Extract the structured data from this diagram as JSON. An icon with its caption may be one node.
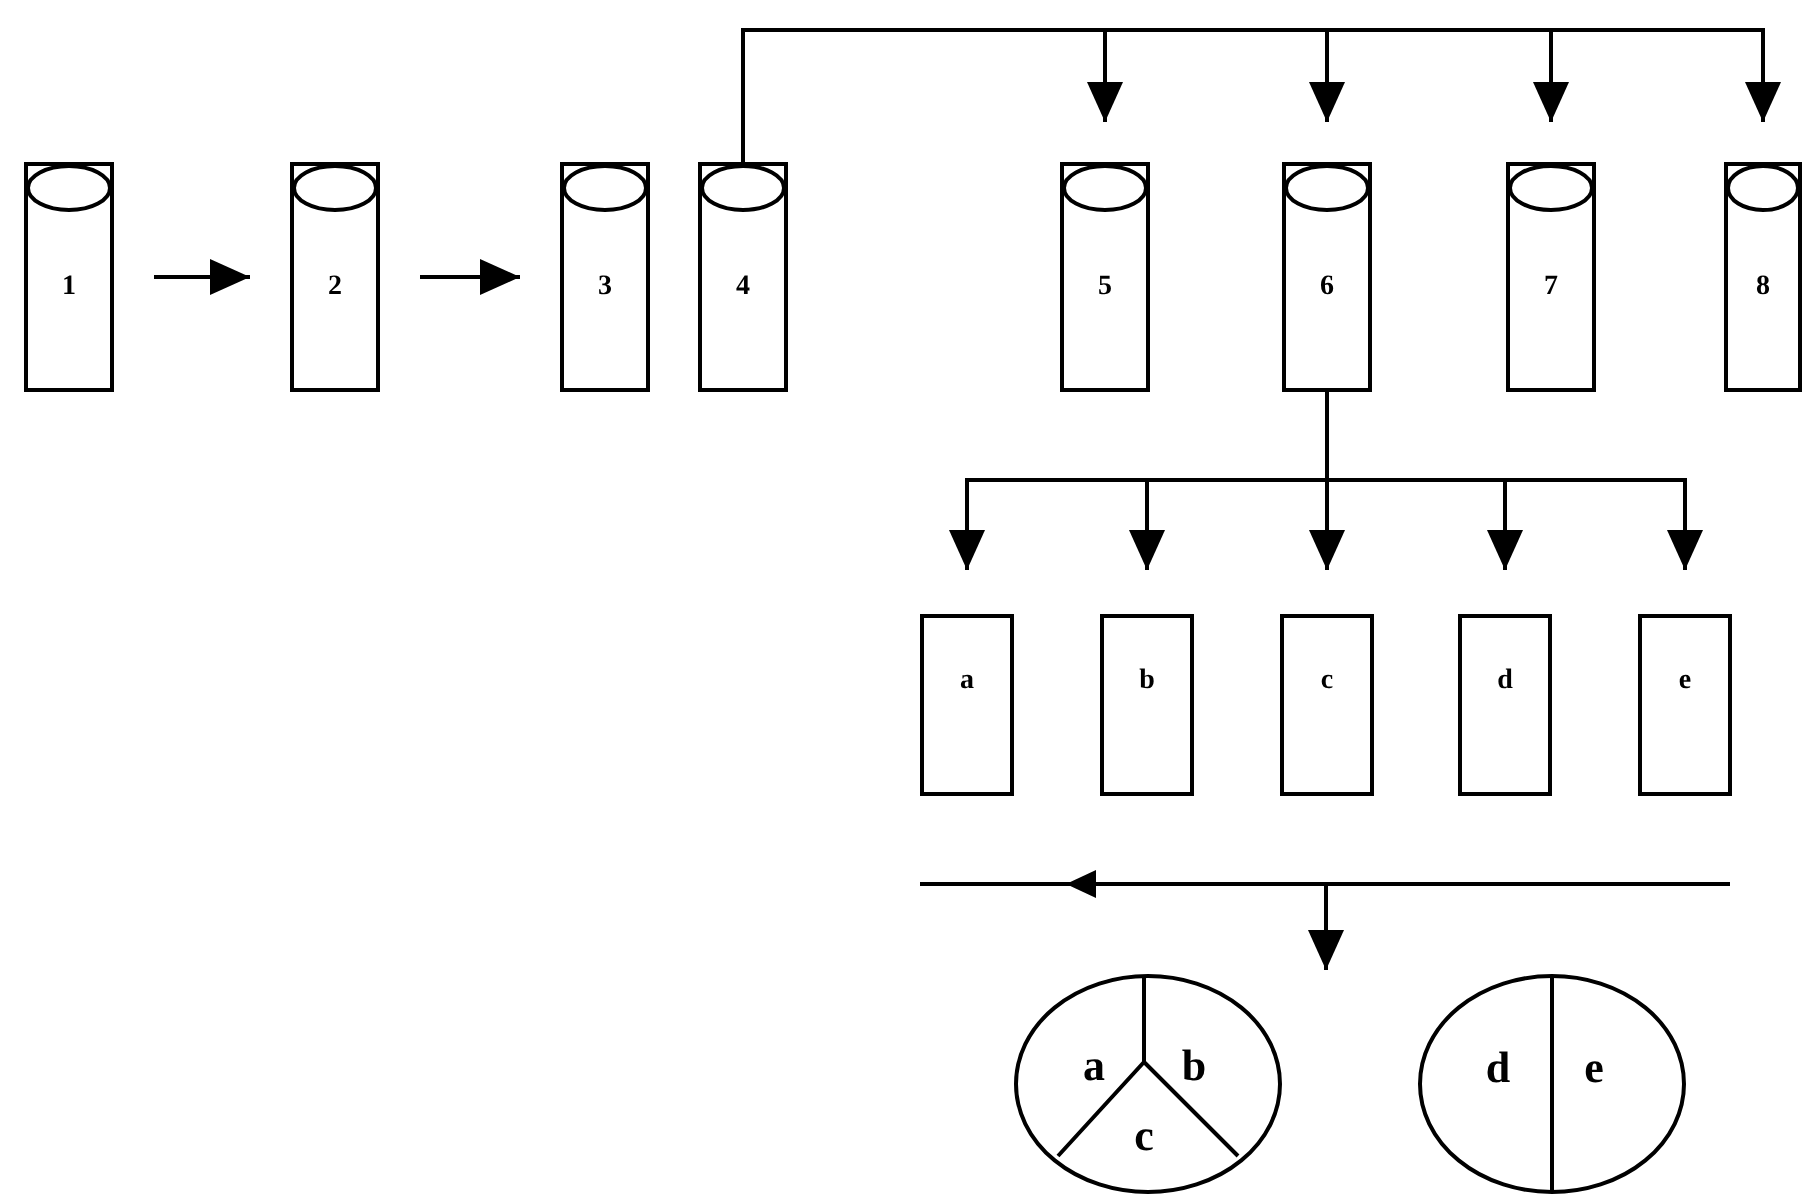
{
  "diagram": {
    "nodes": [
      {
        "text": [
          "1"
        ]
      },
      {
        "text": [
          "2"
        ]
      },
      {
        "text": [
          "3"
        ]
      },
      {
        "text": [
          "4"
        ]
      },
      {
        "text": [
          "5"
        ]
      },
      {
        "text": [
          "6"
        ]
      },
      {
        "text": [
          "7"
        ]
      },
      {
        "text": [
          "8"
        ]
      },
      {
        "text": [
          "a"
        ]
      },
      {
        "text": [
          "b"
        ]
      },
      {
        "text": [
          "c"
        ]
      },
      {
        "text": [
          "d"
        ]
      },
      {
        "text": [
          "e"
        ]
      },
      {
        "text": [],
        "shape": "bar"
      },
      {
        "text": [
          "a",
          "b",
          "c"
        ]
      },
      {
        "text": [
          "d",
          "e"
        ]
      }
    ],
    "edges": [
      {
        "from": 0,
        "to": 1,
        "arrow": "to"
      },
      {
        "from": 1,
        "to": 2,
        "arrow": "to"
      },
      {
        "from": 3,
        "to": 4,
        "arrow": "to"
      },
      {
        "from": 3,
        "to": 5,
        "arrow": "to"
      },
      {
        "from": 3,
        "to": 6,
        "arrow": "to"
      },
      {
        "from": 3,
        "to": 7,
        "arrow": "to"
      },
      {
        "from": 5,
        "to": 8,
        "arrow": "to"
      },
      {
        "from": 5,
        "to": 9,
        "arrow": "to"
      },
      {
        "from": 5,
        "to": 10,
        "arrow": "to"
      },
      {
        "from": 5,
        "to": 11,
        "arrow": "to"
      },
      {
        "from": 5,
        "to": 12,
        "arrow": "to"
      },
      {
        "from": 13,
        "to": null,
        "arrow": "to"
      }
    ]
  }
}
